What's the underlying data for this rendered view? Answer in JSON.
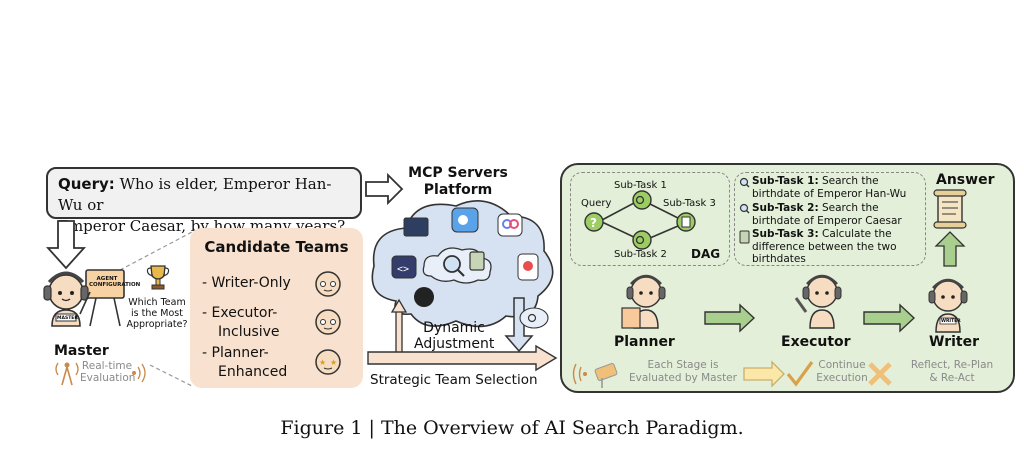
{
  "query": {
    "label": "Query:",
    "line1": "Who is elder, Emperor Han-Wu or",
    "line2": "Emperor Caesar, by how many years?"
  },
  "mcp": {
    "line1": "MCP Servers",
    "line2": "Platform"
  },
  "master": {
    "label": "Master",
    "board_text_1": "AGENT",
    "board_text_2": "CONFIGURATION",
    "badge": "MASTER",
    "question_1": "Which Team",
    "question_2": "is the Most",
    "question_3": "Appropriate?",
    "eval_1": "Real-time",
    "eval_2": "Evaluation"
  },
  "candidate_teams": {
    "title": "Candidate Teams",
    "team1": "- Writer-Only",
    "team2_1": "- Executor-",
    "team2_2": "Inclusive",
    "team3_1": "- Planner-",
    "team3_2": "Enhanced"
  },
  "dynamic": {
    "line1": "Dynamic",
    "line2": "Adjustment"
  },
  "strategic": "Strategic Team Selection",
  "dag": {
    "label": "DAG",
    "query": "Query",
    "st1": "Sub-Task 1",
    "st2": "Sub-Task 2",
    "st3": "Sub-Task 3"
  },
  "subtasks": {
    "t1_label": "Sub-Task 1:",
    "t1_a": "Search the",
    "t1_b": "birthdate of Emperor Han-Wu",
    "t2_label": "Sub-Task 2:",
    "t2_a": "Search the",
    "t2_b": "birthdate of Emperor Caesar",
    "t3_label": "Sub-Task 3:",
    "t3_a": "Calculate the",
    "t3_b": "difference between the two",
    "t3_c": "birthdates"
  },
  "roles": {
    "answer": "Answer",
    "planner": "Planner",
    "executor": "Executor",
    "writer": "Writer",
    "writer_badge": "WRITER"
  },
  "stage": {
    "eval_1": "Each Stage is",
    "eval_2": "Evaluated by Master",
    "cont_1": "Continue",
    "cont_2": "Execution",
    "ref_1": "Reflect, Re-Plan",
    "ref_2": "& Re-Act"
  },
  "caption": "Figure 1 | The Overview of AI Search Paradigm.",
  "colors": {
    "panel_green": "#e3efd8",
    "candidate_peach": "#f8e1cf",
    "cloud_blue": "#d6e1f1",
    "arrow_green": "#a9cf8f"
  },
  "icons": [
    "robot-icon",
    "trophy-icon",
    "antenna-icon",
    "github-icon",
    "magnifier-icon",
    "calculator-icon",
    "scroll-icon",
    "check-icon",
    "cross-icon",
    "camera-icon"
  ]
}
